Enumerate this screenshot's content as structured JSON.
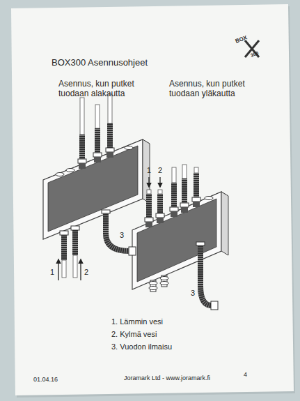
{
  "diagram": {
    "title": "BOX300 Asennusohjeet",
    "labels": [
      "BOX",
      "300",
      "Asennus, kun putket tuodaan alakautta",
      "Asennus, kun putket tuodaan yläkautta",
      "1",
      "2",
      "3",
      "1",
      "2",
      "3",
      "1. Lämmin vesi",
      "2. Kylmä vesi",
      "3. Vuodon ilmaisu",
      "01.04.16",
      "Joramark Ltd - www.joramark.fi",
      "4"
    ]
  }
}
